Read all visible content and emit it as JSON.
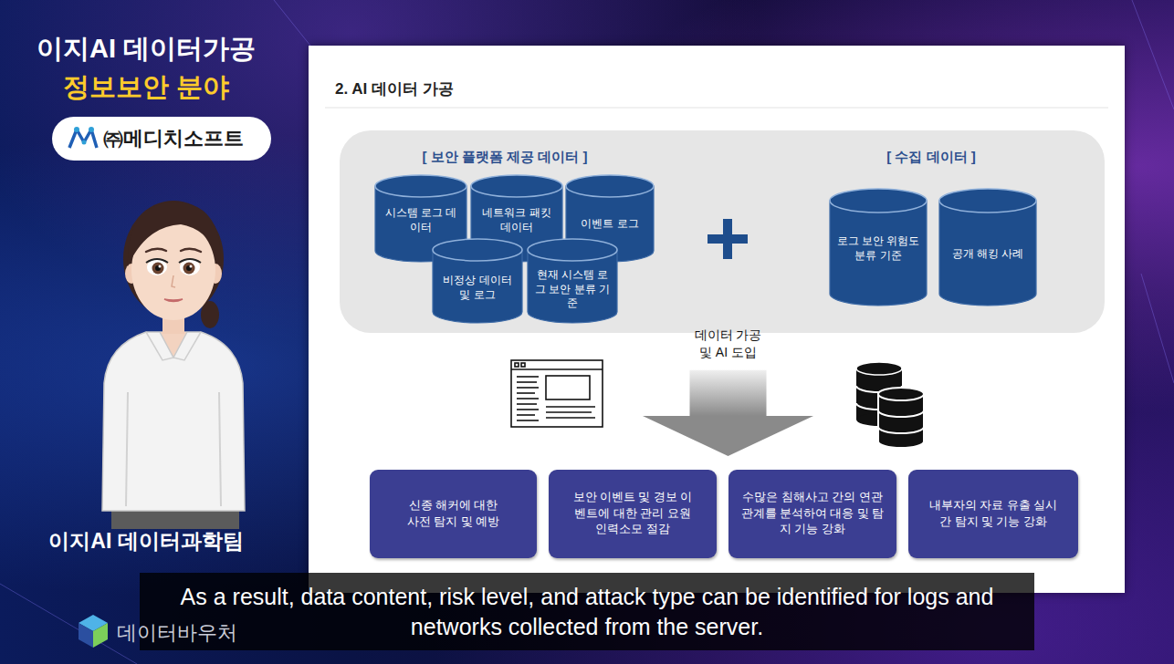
{
  "diagram": {
    "title": "이지AI 데이터가공",
    "nodes": [
      {
        "text": [
          "㈜메디치소프트"
        ]
      },
      {
        "text": [
          "2. AI 데이터 가공"
        ]
      },
      {
        "text": [
          "[ 보안 플랫폼 제공 데이터 ]",
          "[ 수집 데이터 ]"
        ],
        "in": 1
      },
      {
        "text": [
          "시스템 로그 데이터"
        ],
        "in": 2
      },
      {
        "text": [
          "네트워크 패킷 데이터"
        ],
        "in": 2
      },
      {
        "text": [
          "이벤트 로그"
        ],
        "in": 2
      },
      {
        "text": [
          "비정상 데이터 및 로그"
        ],
        "in": 2
      },
      {
        "text": [
          "현재 시스템 로그 보안 분류 기준"
        ],
        "in": 2
      },
      {
        "text": [
          "로그 보안 위험도 분류 기준"
        ],
        "in": 2
      },
      {
        "text": [
          "공개 해킹 사례"
        ],
        "in": 2
      },
      {
        "text": [
          "데이터 가공 및 AI 도입"
        ],
        "in": 1
      },
      {
        "text": [
          "신종 해커에 대한 사전 탐지 및 예방"
        ],
        "in": 1
      },
      {
        "text": [
          "보안 이벤트 및 경보 이벤트에 대한 관리 요원 인력소모 절감"
        ],
        "in": 1
      },
      {
        "text": [
          "수많은 침해사고 간의 연관관계를 분석하여 대응 및 탐지 기능 강화"
        ],
        "in": 1
      },
      {
        "text": [
          "내부자의 자료 유출 실시간 탐지 및 기능 강화"
        ],
        "in": 1
      },
      {
        "text": [
          "As a result, data content, risk level, and attack type can be identified for logs and networks collected from the server."
        ]
      }
    ],
    "labels": [
      "정보보안 분야",
      "이지AI 데이터과학팀",
      "데이터바우처"
    ]
  }
}
